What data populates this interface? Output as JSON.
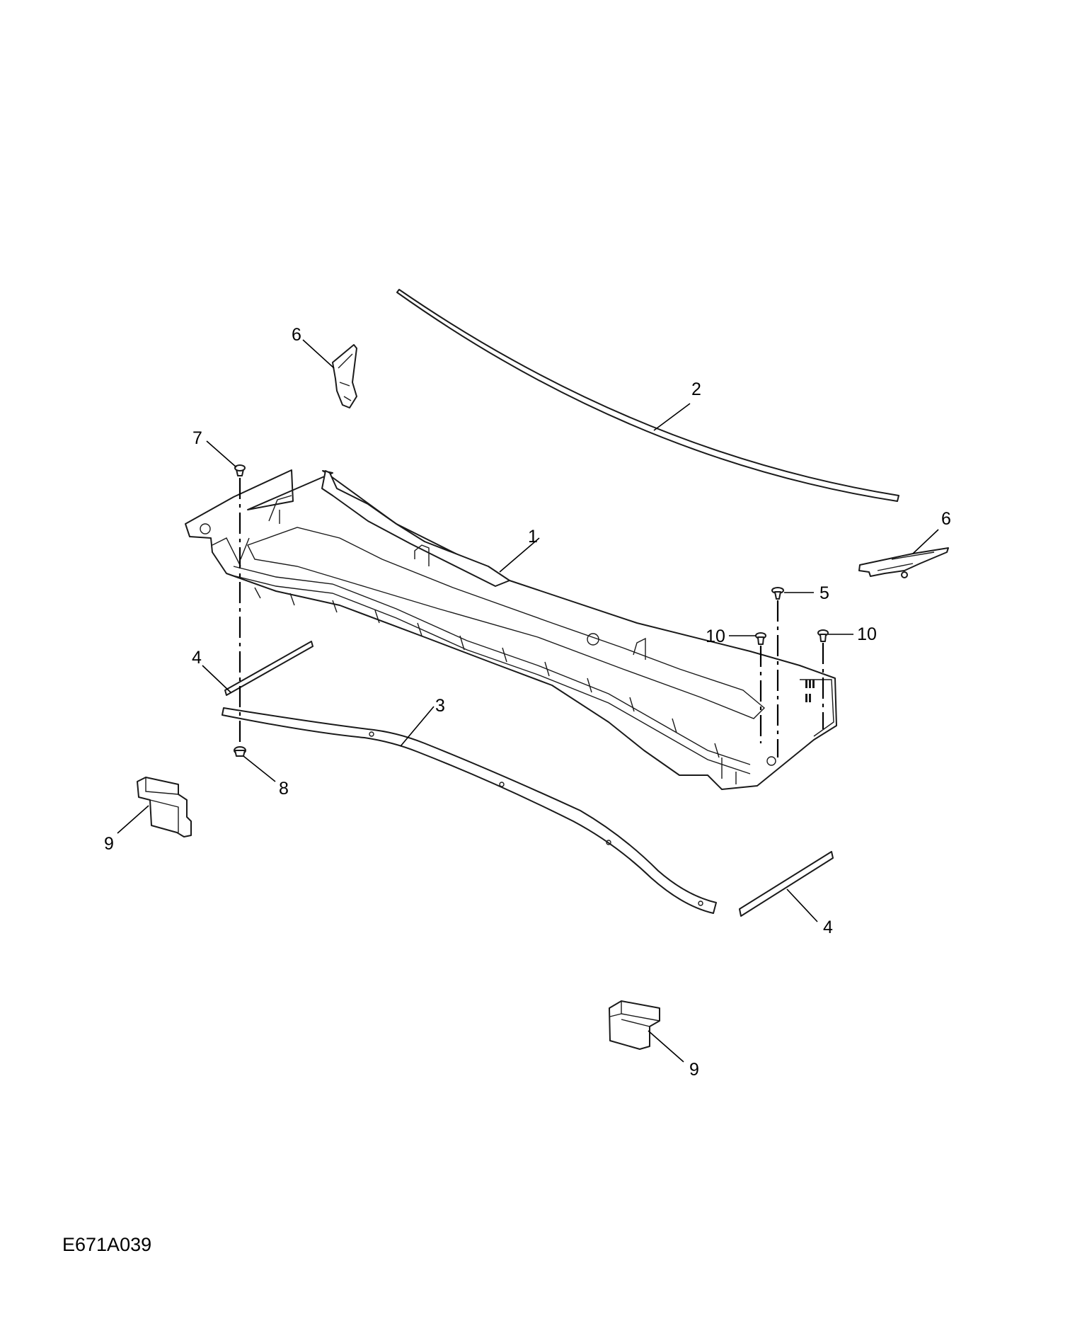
{
  "diagram": {
    "code": "E671A039",
    "colors": {
      "line": "#1a1a1a",
      "background": "#ffffff"
    },
    "callouts": [
      {
        "id": "c1",
        "text": "1"
      },
      {
        "id": "c2",
        "text": "2"
      },
      {
        "id": "c3",
        "text": "3"
      },
      {
        "id": "c4a",
        "text": "4"
      },
      {
        "id": "c4b",
        "text": "4"
      },
      {
        "id": "c5",
        "text": "5"
      },
      {
        "id": "c6a",
        "text": "6"
      },
      {
        "id": "c6b",
        "text": "6"
      },
      {
        "id": "c7",
        "text": "7"
      },
      {
        "id": "c8",
        "text": "8"
      },
      {
        "id": "c9a",
        "text": "9"
      },
      {
        "id": "c9b",
        "text": "9"
      },
      {
        "id": "c10a",
        "text": "10"
      },
      {
        "id": "c10b",
        "text": "10"
      }
    ]
  }
}
